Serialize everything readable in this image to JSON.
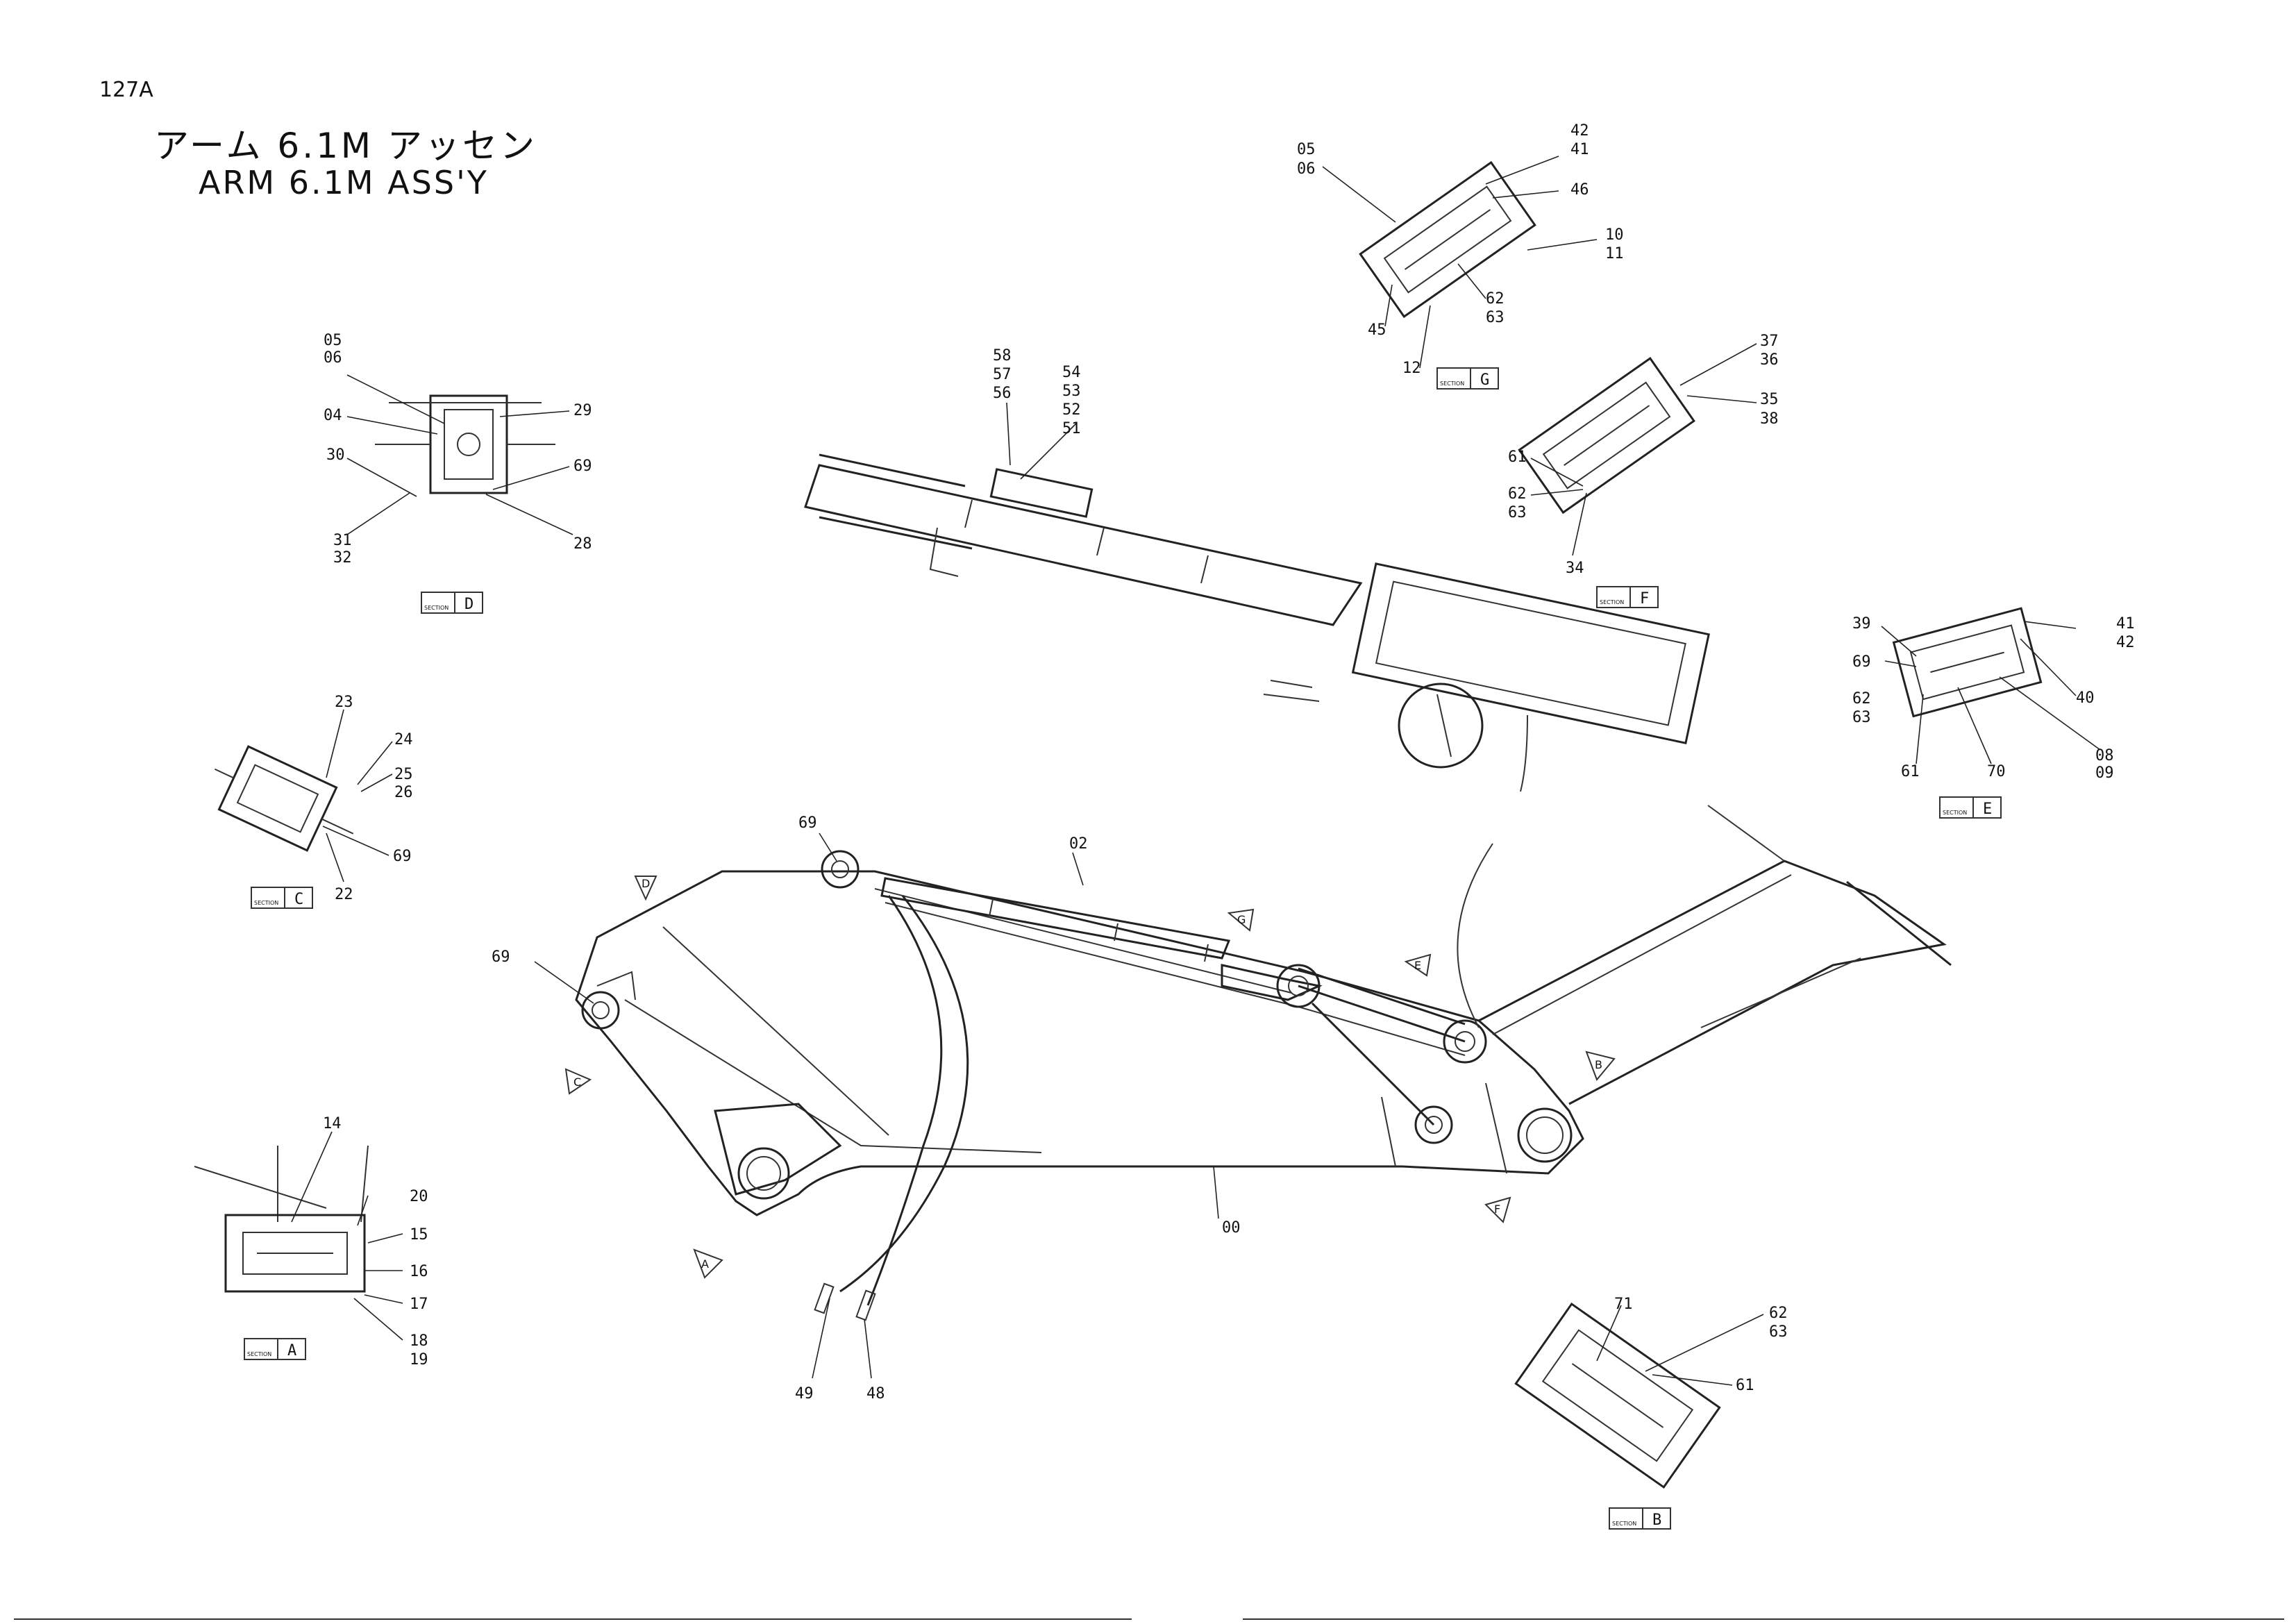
{
  "header": {
    "page_number": "127A",
    "title_jp": "アーム 6.1M アッセン",
    "title_en": "ARM 6.1M ASS'Y"
  },
  "sections": [
    {
      "letter": "A",
      "caption": "SECTION"
    },
    {
      "letter": "B",
      "caption": "SECTION"
    },
    {
      "letter": "C",
      "caption": "SECTION"
    },
    {
      "letter": "D",
      "caption": "SECTION"
    },
    {
      "letter": "E",
      "caption": "SECTION"
    },
    {
      "letter": "F",
      "caption": "SECTION"
    },
    {
      "letter": "G",
      "caption": "SECTION"
    }
  ],
  "view_markers": [
    "A",
    "B",
    "C",
    "D",
    "E",
    "F",
    "G"
  ],
  "part_labels": {
    "main_view": [
      "00",
      "02",
      "69",
      "69",
      "48",
      "49"
    ],
    "top_view": [
      "58",
      "57",
      "56",
      "54",
      "53",
      "52",
      "51"
    ],
    "section_a": [
      "14",
      "20",
      "15",
      "16",
      "17",
      "18",
      "19"
    ],
    "section_b": [
      "71",
      "62",
      "63",
      "61"
    ],
    "section_c": [
      "23",
      "24",
      "25",
      "26",
      "69",
      "22"
    ],
    "section_d": [
      "05",
      "06",
      "04",
      "29",
      "30",
      "69",
      "31",
      "32",
      "28"
    ],
    "section_e": [
      "39",
      "69",
      "62",
      "63",
      "61",
      "70",
      "41",
      "42",
      "40",
      "08",
      "09"
    ],
    "section_f": [
      "37",
      "36",
      "35",
      "38",
      "61",
      "62",
      "63",
      "34"
    ],
    "section_g": [
      "05",
      "06",
      "42",
      "41",
      "46",
      "10",
      "11",
      "62",
      "63",
      "45",
      "12"
    ]
  }
}
